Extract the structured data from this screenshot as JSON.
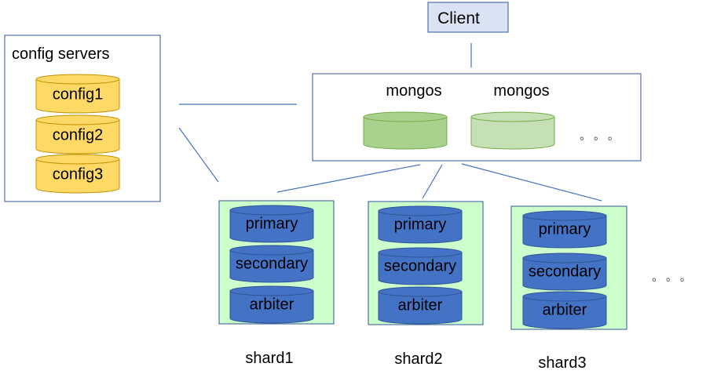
{
  "client": {
    "label": "Client"
  },
  "config_servers": {
    "title": "config servers",
    "nodes": [
      "config1",
      "config2",
      "config3"
    ]
  },
  "routers": {
    "labels": [
      "mongos",
      "mongos"
    ],
    "more": "。 。 。"
  },
  "shards": [
    {
      "name": "shard1",
      "members": [
        "primary",
        "secondary",
        "arbiter"
      ]
    },
    {
      "name": "shard2",
      "members": [
        "primary",
        "secondary",
        "arbiter"
      ]
    },
    {
      "name": "shard3",
      "members": [
        "primary",
        "secondary",
        "arbiter"
      ]
    }
  ],
  "shards_more": "。 。 。",
  "colors": {
    "client_fill": "#dae3f3",
    "box_border": "#2f5597",
    "config_fill": "#ffd966",
    "config_stroke": "#bf9000",
    "mongos1_fill": "#a9d18e",
    "mongos2_fill": "#c5e0b4",
    "mongos_stroke": "#70ad47",
    "shard_bg": "#ccffcc",
    "shard_cyl_fill": "#4472c4",
    "shard_cyl_stroke": "#2f5597",
    "line": "#4472c4"
  }
}
